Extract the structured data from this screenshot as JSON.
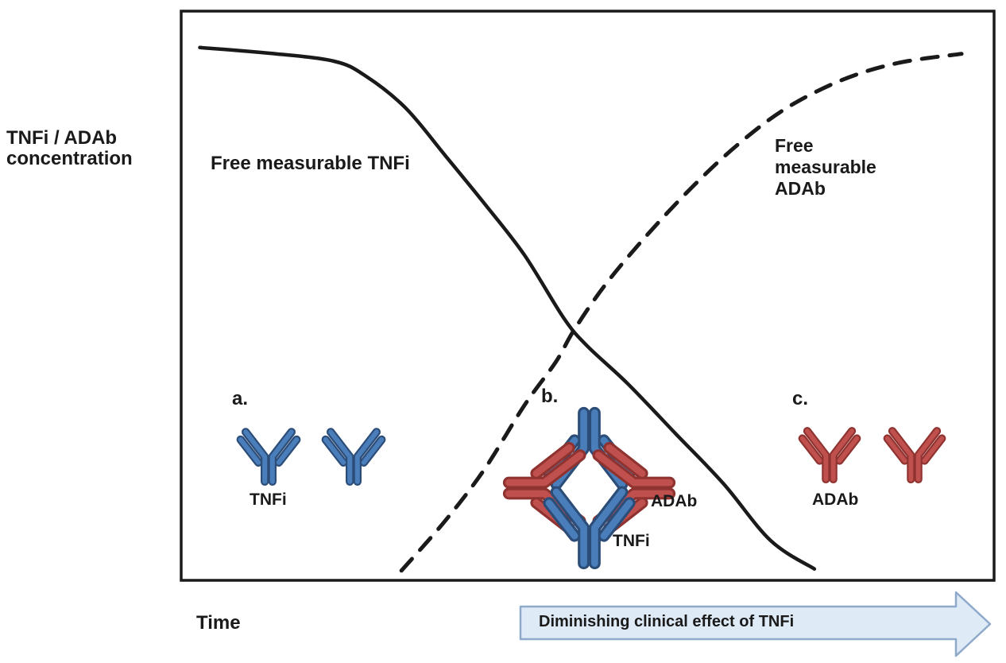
{
  "axes": {
    "y_label": "TNFi / ADAb concentration",
    "x_label": "Time"
  },
  "curves": {
    "solid_label": "Free measurable TNFi",
    "dashed_label": "Free measurable ADAb"
  },
  "stages": {
    "a": {
      "marker": "a.",
      "caption": "TNFi",
      "icon": "blue-tnfi-antibody"
    },
    "b": {
      "marker": "b.",
      "caption_adab": "ADAb",
      "caption_tnfi": "TNFi",
      "icon": "tnfi-adab-immune-complex"
    },
    "c": {
      "marker": "c.",
      "caption": "ADAb",
      "icon": "red-adab-antibody"
    }
  },
  "arrow": {
    "label": "Diminishing clinical effect of TNFi",
    "direction": "right"
  },
  "colors": {
    "curve": "#1a1a1a",
    "tnfi_blue": "#4a7ebb",
    "tnfi_blue_outline": "#2c4d78",
    "adab_red": "#c0504d",
    "adab_red_outline": "#8f3330",
    "arrow_fill": "#dfeaf7",
    "arrow_border": "#8ea9c9"
  },
  "chart_data": {
    "type": "line",
    "title": "",
    "xlabel": "Time",
    "ylabel": "TNFi / ADAb concentration",
    "xlim": [
      0,
      100
    ],
    "ylim": [
      0,
      100
    ],
    "grid": false,
    "axis_ticks": "none (conceptual schematic, unlabeled arbitrary units)",
    "legend_position": "inline-annotations",
    "crossover_point": [
      48,
      44
    ],
    "series": [
      {
        "id": "tnfi",
        "name": "Free measurable TNFi",
        "line_style": "solid",
        "color": "#1a1a1a",
        "points": [
          [
            2.3,
            93.6
          ],
          [
            10.9,
            92.6
          ],
          [
            18.8,
            91.2
          ],
          [
            22.7,
            88.6
          ],
          [
            27.6,
            83.0
          ],
          [
            32.5,
            74.6
          ],
          [
            37.3,
            66.2
          ],
          [
            42.2,
            57.2
          ],
          [
            47.1,
            46.0
          ],
          [
            50.0,
            41.1
          ],
          [
            54.9,
            34.6
          ],
          [
            60.8,
            25.8
          ],
          [
            66.7,
            17.0
          ],
          [
            72.5,
            7.0
          ],
          [
            77.9,
            2.0
          ]
        ]
      },
      {
        "id": "adab",
        "name": "Free measurable ADAb",
        "line_style": "dashed",
        "color": "#1a1a1a",
        "points": [
          [
            27.1,
            1.7
          ],
          [
            32.5,
            10.5
          ],
          [
            37.3,
            19.5
          ],
          [
            42.2,
            30.7
          ],
          [
            46.1,
            38.4
          ],
          [
            48.3,
            43.9
          ],
          [
            52.0,
            51.6
          ],
          [
            56.9,
            60.0
          ],
          [
            62.8,
            69.0
          ],
          [
            68.6,
            76.7
          ],
          [
            74.5,
            83.0
          ],
          [
            81.3,
            87.9
          ],
          [
            88.2,
            90.9
          ],
          [
            96.0,
            92.5
          ]
        ]
      }
    ]
  }
}
